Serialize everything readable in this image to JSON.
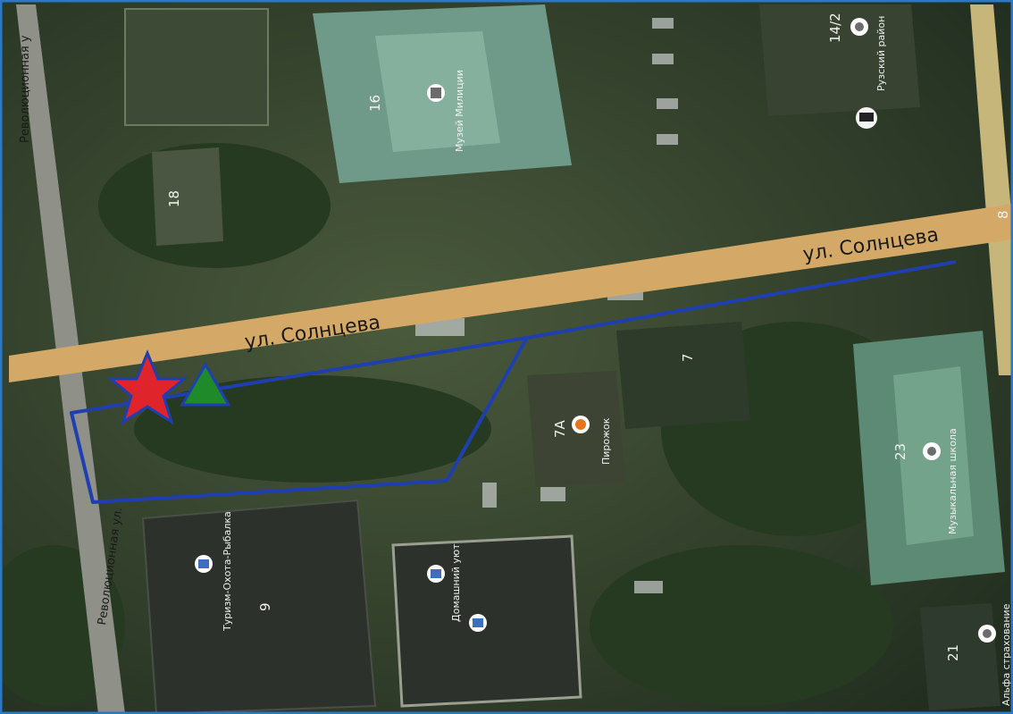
{
  "map": {
    "streets": {
      "solntseva_left": "ул. Солнцева",
      "solntseva_right": "ул. Солнцева",
      "revolyutsionnaya_top": "Революционная у",
      "revolyutsionnaya_bottom": "Революционная ул."
    },
    "buildings": {
      "b16": "16",
      "b18": "18",
      "b14_2": "14/2",
      "b7": "7",
      "b7a": "7А",
      "b23": "23",
      "b9": "9",
      "b21": "21",
      "b8": "8"
    },
    "pois": {
      "museum": "Музей Милиции",
      "district": "Рузский район",
      "pirozhok": "Пирожок",
      "music_school": "Музыкальная школа",
      "tourism": "Туризм-Охота-Рыбалка",
      "home_comfort": "Домашний уют",
      "alfa": "Альфа страхование"
    },
    "colors": {
      "road": "#d4a967",
      "boundary": "#1f3fb0",
      "star": "#e0242c",
      "triangle": "#1f8a2a",
      "frame": "#2a78c8"
    }
  }
}
